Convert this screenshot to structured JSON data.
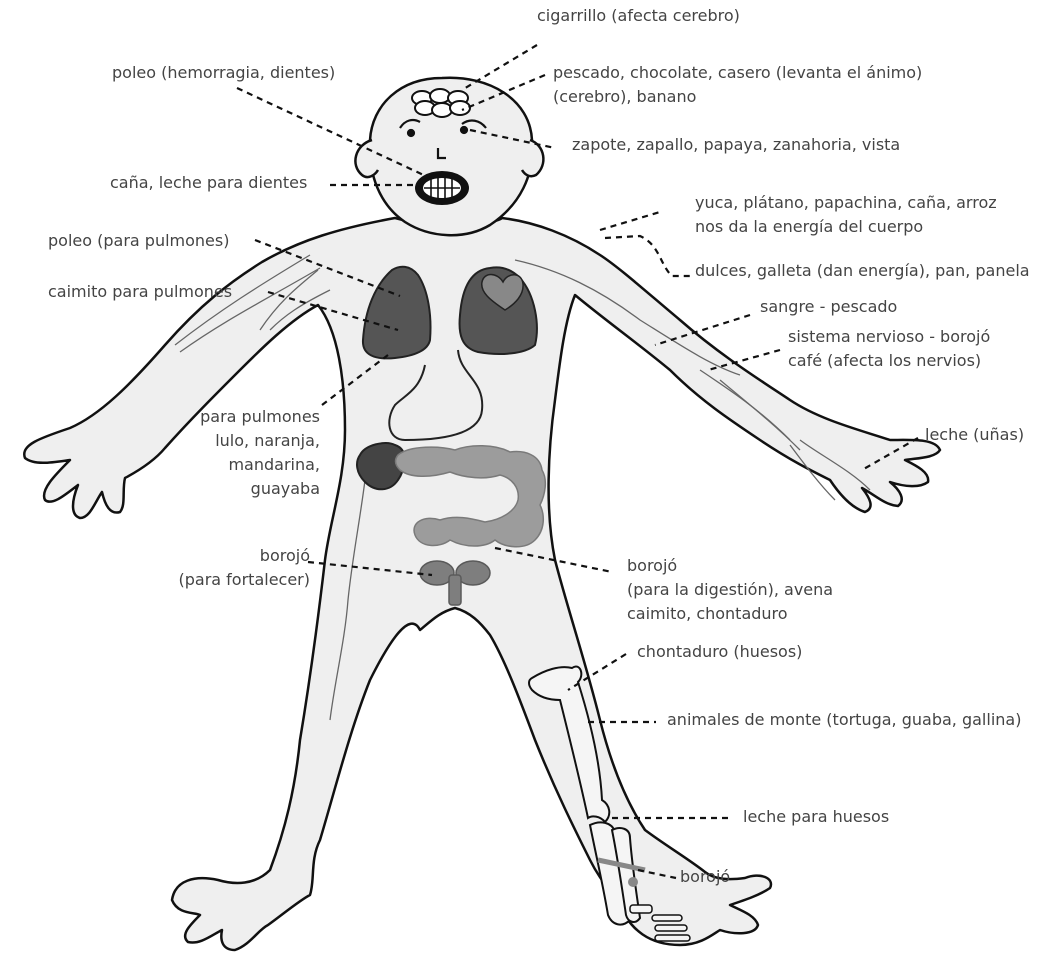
{
  "diagram": {
    "labels": {
      "cigarrillo": "cigarrillo (afecta cerebro)",
      "poleo_hemorragia": "poleo (hemorragia, dientes)",
      "pescado_chocolate_1": "pescado, chocolate, casero (levanta el ánimo)",
      "pescado_chocolate_2": "(cerebro), banano",
      "zapote": "zapote, zapallo, papaya, zanahoria, vista",
      "cana_leche": "caña, leche para dientes",
      "yuca_1": "yuca, plátano, papachina, caña, arroz",
      "yuca_2": "nos da la energía del cuerpo",
      "dulces": "dulces, galleta (dan energía), pan, panela",
      "poleo_pulmones": "poleo (para pulmones)",
      "caimito_pulmones": "caimito para pulmones",
      "sangre": "sangre - pescado",
      "sistema_1": "sistema nervioso - borojó",
      "sistema_2": "café  (afecta los nervios)",
      "para_pulmones_1": "para pulmones",
      "para_pulmones_2": "lulo, naranja,",
      "para_pulmones_3": "mandarina,",
      "para_pulmones_4": "guayaba",
      "leche_unas": "leche (uñas)",
      "borojo_fort_1": "borojó",
      "borojo_fort_2": "(para fortalecer)",
      "borojo_dig_1": "borojó",
      "borojo_dig_2": "(para la digestión), avena",
      "borojo_dig_3": "caimito, chontaduro",
      "chontaduro": "chontaduro (huesos)",
      "animales": "animales de monte (tortuga, guaba, gallina)",
      "leche_huesos": "leche para huesos",
      "borojo": "borojó"
    }
  }
}
